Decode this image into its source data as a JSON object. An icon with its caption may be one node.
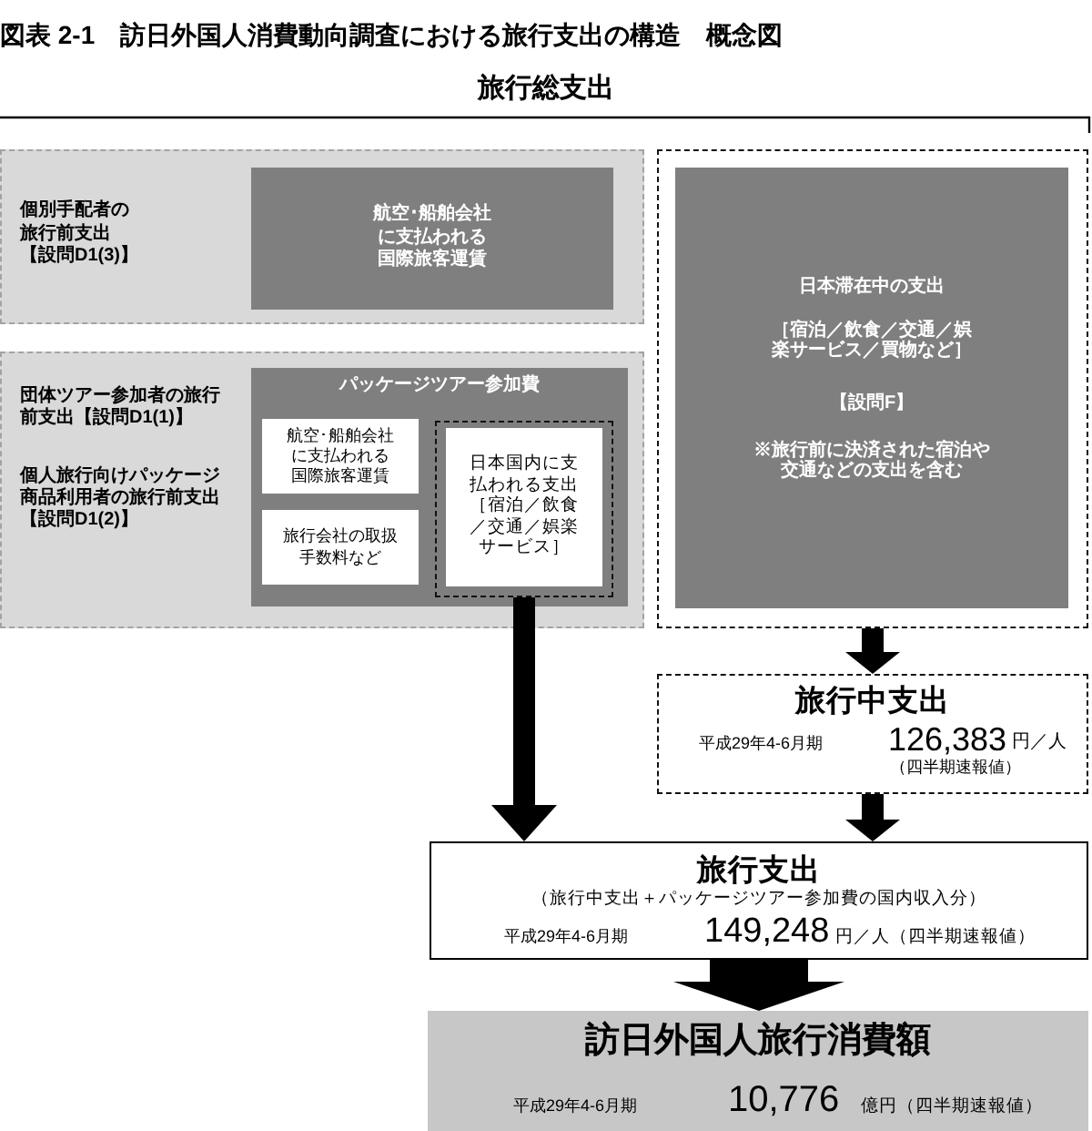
{
  "diagram": {
    "title": "図表 2-1　訪日外国人消費動向調査における旅行支出の構造　概念図",
    "nodes": [
      {
        "text": [
          "個別手配者の旅行前支出【設問D1(3)】"
        ]
      },
      {
        "text": [
          "航空･船舶会社に支払われる国際旅客運賃"
        ],
        "in": 0
      },
      {
        "text": [
          "団体ツアー参加者の旅行前支出【設問D1(1)】",
          "個人旅行向けパッケージ商品利用者の旅行前支出【設問D1(2)】"
        ]
      },
      {
        "text": [
          "パッケージツアー参加費"
        ],
        "in": 2
      },
      {
        "text": [
          "航空･船舶会社に支払われる国際旅客運賃"
        ],
        "in": 3
      },
      {
        "text": [
          "旅行会社の取扱手数料など"
        ],
        "in": 3
      },
      {
        "text": [],
        "shape": "box",
        "in": 3
      },
      {
        "text": [
          "日本国内に支払われる支出［宿泊／飲食／交通／娯楽サービス］"
        ],
        "in": 6
      },
      {
        "text": [],
        "shape": "box"
      },
      {
        "text": [
          "日本滞在中の支出",
          "［宿泊／飲食／交通／娯楽サービス／買物など］",
          "【設問F】",
          "※旅行前に決済された宿泊や交通などの支出を含む"
        ],
        "in": 8
      },
      {
        "text": [
          "旅行中支出",
          "平成29年4-6月期",
          "126,383",
          "円／人",
          "（四半期速報値）"
        ]
      },
      {
        "text": [
          "旅行支出",
          "（旅行中支出＋パッケージツアー参加費の国内収入分）",
          "平成29年4-6月期",
          "149,248",
          "円／人（四半期速報値）"
        ]
      },
      {
        "text": [
          "訪日外国人旅行消費額",
          "平成29年4-6月期",
          "10,776",
          "億円（四半期速報値）"
        ]
      }
    ],
    "edges": [
      {
        "from": 8,
        "to": 10,
        "arrow": "to"
      },
      {
        "from": 10,
        "to": 11,
        "arrow": "to"
      },
      {
        "from": 6,
        "to": 11,
        "arrow": "to"
      },
      {
        "from": 11,
        "to": 12,
        "arrow": "to",
        "style": "thick"
      }
    ],
    "labels": [
      "旅行総支出"
    ]
  }
}
